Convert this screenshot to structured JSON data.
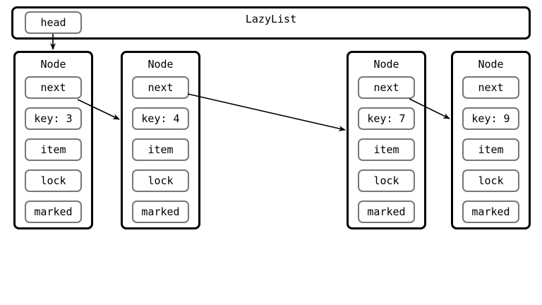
{
  "lazylist": {
    "title": "LazyList",
    "head_label": "head"
  },
  "nodes": [
    {
      "title": "Node",
      "next": "next",
      "key": "key: 3",
      "item": "item",
      "lock": "lock",
      "marked": "marked"
    },
    {
      "title": "Node",
      "next": "next",
      "key": "key: 4",
      "item": "item",
      "lock": "lock",
      "marked": "marked"
    },
    {
      "title": "Node",
      "next": "next",
      "key": "key: 7",
      "item": "item",
      "lock": "lock",
      "marked": "marked"
    },
    {
      "title": "Node",
      "next": "next",
      "key": "key: 9",
      "item": "item",
      "lock": "lock",
      "marked": "marked"
    }
  ]
}
